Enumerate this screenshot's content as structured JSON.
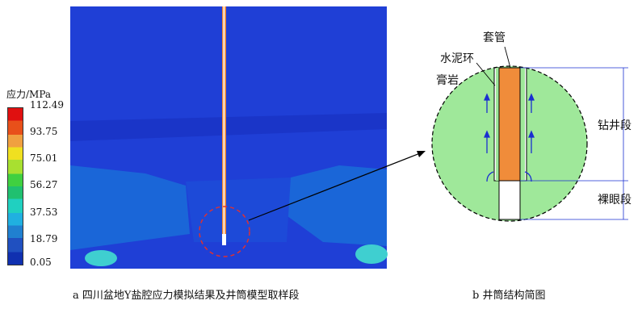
{
  "legend": {
    "title": "应力/MPa",
    "ticks": [
      "112.49",
      "93.75",
      "75.01",
      "56.27",
      "37.53",
      "18.79",
      "0.05"
    ]
  },
  "diagram_b": {
    "label_casing": "套管",
    "label_cement": "水泥环",
    "label_gypsum": "膏岩",
    "label_drilled": "钻井段",
    "label_openhole": "裸眼段"
  },
  "captions": {
    "a": "a 四川盆地Y盐腔应力模拟结果及井筒模型取样段",
    "b": "b 井筒结构简图"
  },
  "colors": {
    "field_blue": "#1f3fd6",
    "pipe_orange": "#f08c3a",
    "rock_green": "#9fe89a",
    "arrow_blue": "#1a2fd0",
    "sample_circle": "#e03030"
  }
}
